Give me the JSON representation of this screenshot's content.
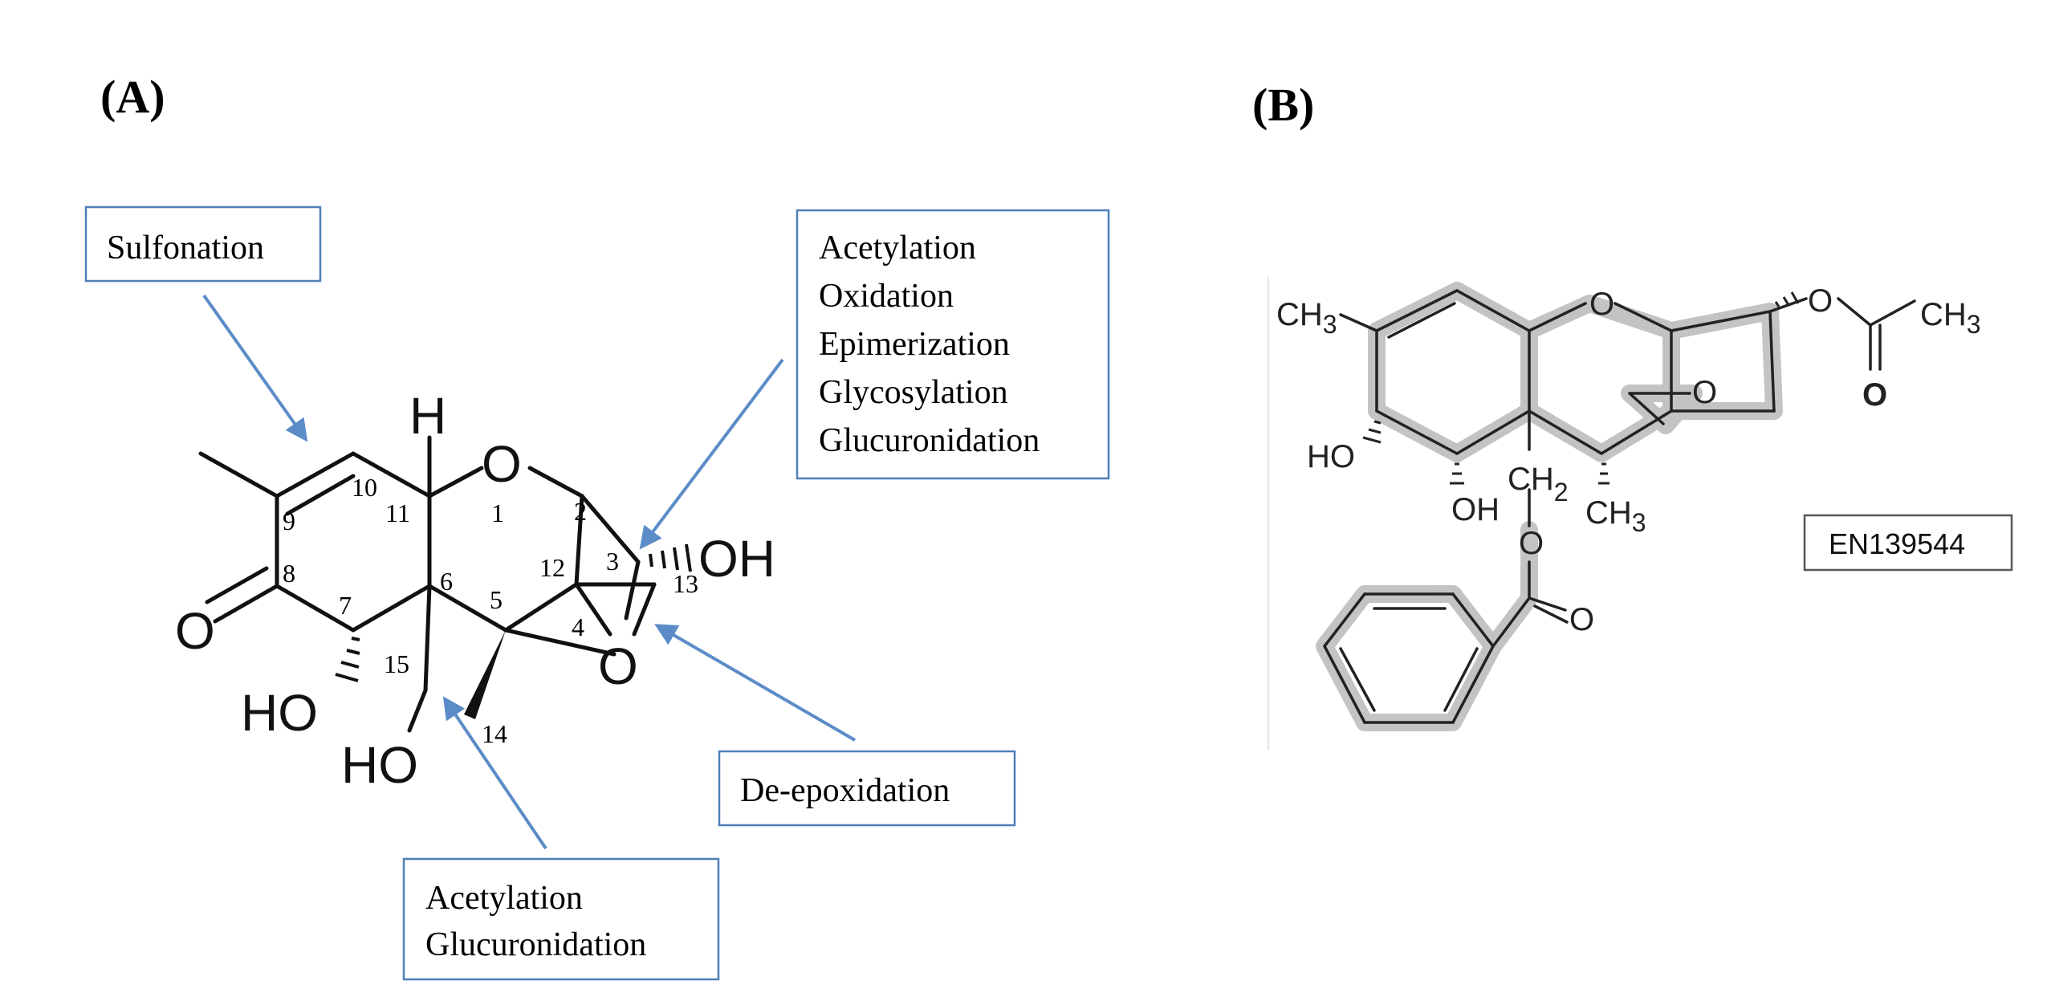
{
  "panels": {
    "a": {
      "label": "(A)",
      "callouts": {
        "sulfonation": [
          "Sulfonation"
        ],
        "c3": [
          "Acetylation",
          "Oxidation",
          "Epimerization",
          "Glycosylation",
          "Glucuronidation"
        ],
        "epoxide": [
          "De-epoxidation"
        ],
        "c15": [
          "Acetylation",
          "Glucuronidation"
        ]
      },
      "atom_labels": {
        "h": "H",
        "o1": "O",
        "o8": "O",
        "oh7": "HO",
        "oh15": "HO",
        "oh3": "OH",
        "o_epoxide": "O"
      },
      "position_numbers": {
        "n1": "1",
        "n2": "2",
        "n3": "3",
        "n4": "4",
        "n5": "5",
        "n6": "6",
        "n7": "7",
        "n8": "8",
        "n9": "9",
        "n10": "10",
        "n11": "11",
        "n12": "12",
        "n13": "13",
        "n14": "14",
        "n15": "15"
      }
    },
    "b": {
      "label": "(B)",
      "compound_id": "EN139544",
      "atom_labels": {
        "ch3_left": "CH",
        "ch3_left_sub": "3",
        "ring_o": "O",
        "epoxide_o": "O",
        "ester_o": "O",
        "ch3_right": "CH",
        "ch3_right_sub": "3",
        "carbonyl_o": "O",
        "ho": "HO",
        "oh": "OH",
        "ch2": "CH",
        "ch2_sub": "2",
        "ch3_bottom": "CH",
        "ch3_bottom_sub": "3",
        "benzoyl_o_link": "O",
        "benzoyl_o_carbonyl": "O"
      }
    }
  },
  "colors": {
    "arrow": "#5b8cc8",
    "box_border": "#4f7fb8",
    "bond": "#111111",
    "highlight": "#b0b0b0"
  }
}
